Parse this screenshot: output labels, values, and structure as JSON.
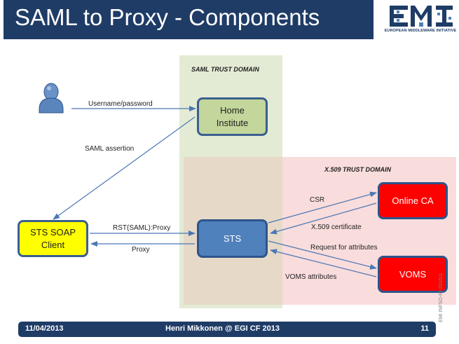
{
  "slide": {
    "title": "SAML to Proxy - Components",
    "logo": {
      "caption": "EUROPEAN MIDDLEWARE INITIATIVE",
      "icon": "emi-logo"
    },
    "side_code": "EMI INFSO-RI-261611",
    "footer": {
      "date": "11/04/2013",
      "presenter": "Henri Mikkonen @ EGI CF 2013",
      "page": "11"
    }
  },
  "diagram": {
    "domains": {
      "saml": "SAML TRUST DOMAIN",
      "x509": "X.509 TRUST DOMAIN"
    },
    "nodes": {
      "user": {
        "icon": "user-icon"
      },
      "home_institute": "Home\nInstitute",
      "sts_soap_client": "STS SOAP\nClient",
      "sts": "STS",
      "online_ca": "Online CA",
      "voms": "VOMS"
    },
    "edges": {
      "username_password": "Username/password",
      "saml_assertion": "SAML assertion",
      "rst_saml_proxy": "RST(SAML):Proxy",
      "proxy": "Proxy",
      "csr": "CSR",
      "x509_certificate": "X.509 certificate",
      "request_for_attributes": "Request for attributes",
      "voms_attributes": "VOMS attributes"
    }
  },
  "colors": {
    "title_bar": "#1f3c66",
    "saml_domain": "#e3ebd5",
    "x509_domain": "#f9dcdc",
    "overlap_domain": "#e6d9c8",
    "arrow": "#4a78b5",
    "home_institute": "#c3d69b",
    "client": "#ffff00",
    "sts": "#4f81bd",
    "red_node": "#ff0000"
  }
}
